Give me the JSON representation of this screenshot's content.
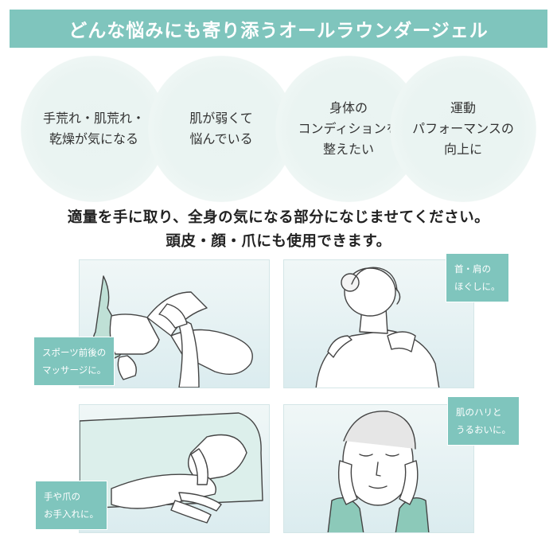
{
  "banner": {
    "title": "どんな悩みにも寄り添うオールラウンダージェル"
  },
  "concerns": [
    {
      "text": "手荒れ・肌荒れ・\n乾燥が気になる"
    },
    {
      "text": "肌が弱くて\n悩んでいる"
    },
    {
      "text": "身体の\nコンディションを\n整えたい"
    },
    {
      "text": "運動\nパフォーマンスの\n向上に"
    }
  ],
  "usage": {
    "line1": "適量を手に取り、全身の気になる部分になじませてください。",
    "line2": "頭皮・顔・爪にも使用できます。"
  },
  "scenes": [
    {
      "caption": "スポーツ前後の\nマッサージに。",
      "illustration": "leg-massage"
    },
    {
      "caption": "首・肩の\nほぐしに。",
      "illustration": "shoulder-massage"
    },
    {
      "caption": "手や爪の\nお手入れに。",
      "illustration": "hand-care"
    },
    {
      "caption": "肌のハリと\nうるおいに。",
      "illustration": "face-care"
    }
  ],
  "colors": {
    "accent": "#7fc5bd",
    "circle": "#e9f3f1",
    "panel": "#dbecef"
  }
}
